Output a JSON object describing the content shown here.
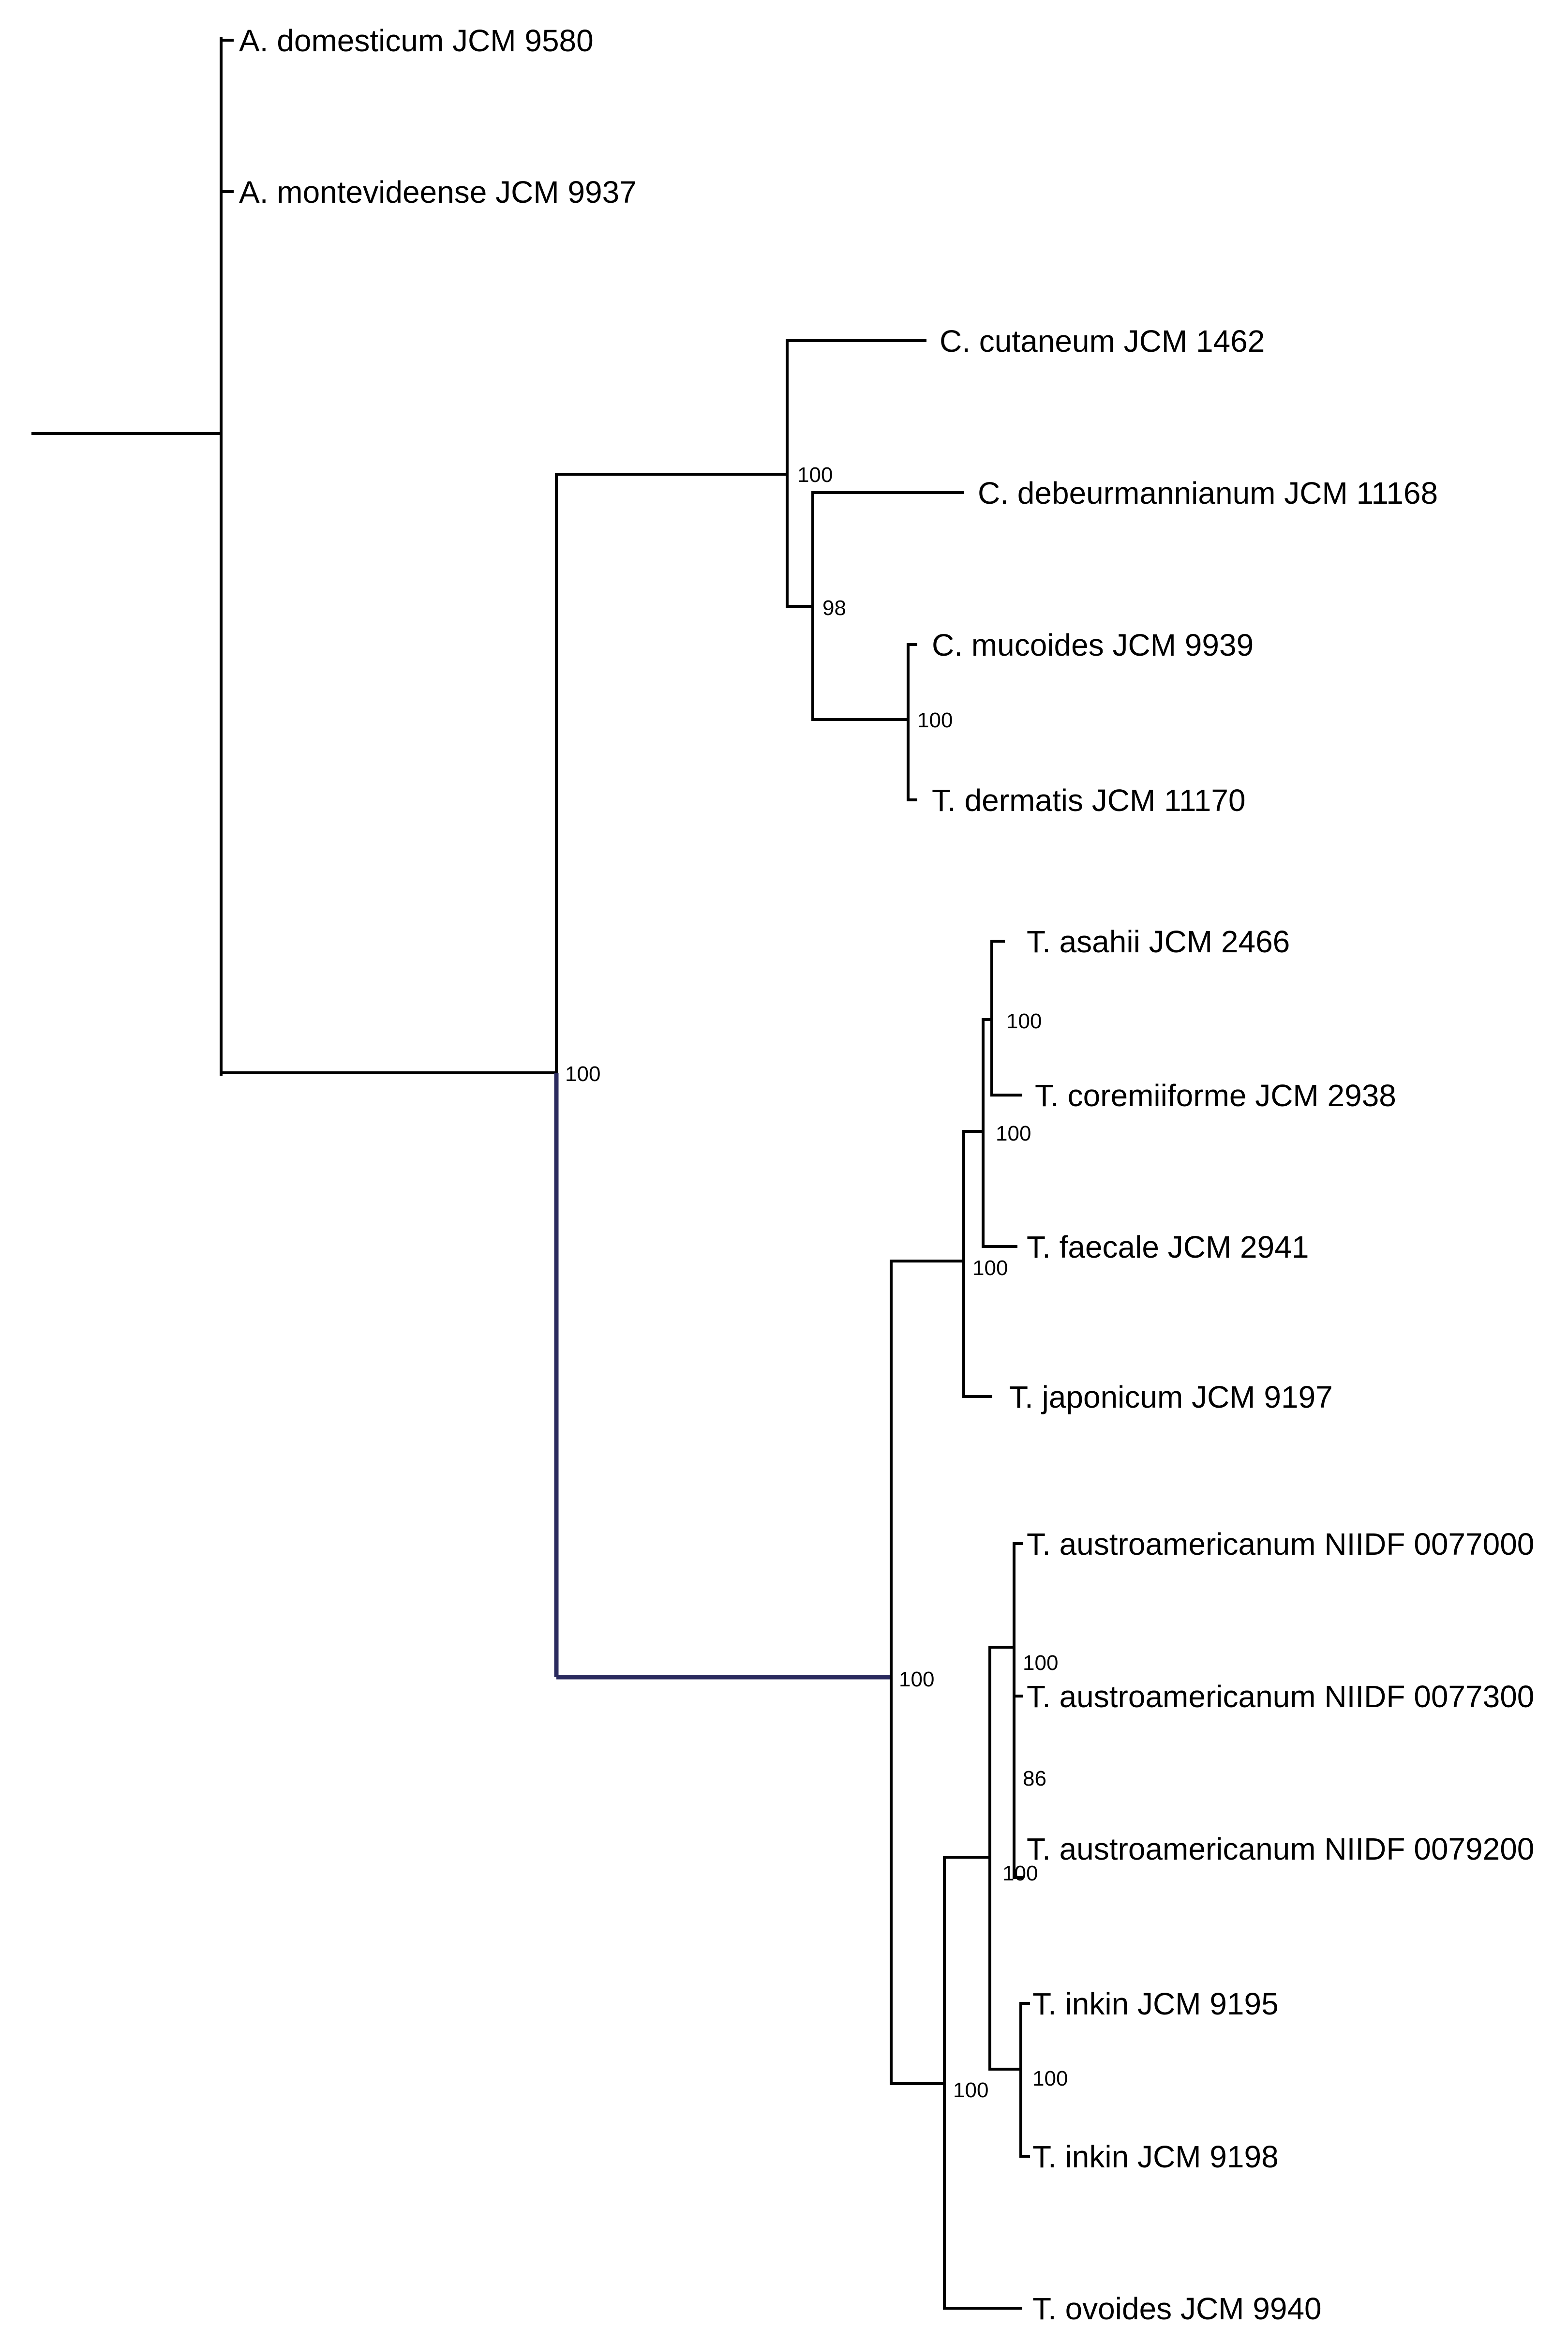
{
  "taxa": [
    "A. domesticum JCM 9580",
    "A. montevideense JCM 9937",
    "C. cutaneum JCM 1462",
    "C. debeurmannianum JCM 11168",
    "C. mucoides JCM 9939",
    "T. dermatis JCM 11170",
    "T. asahii JCM 2466",
    "T. coremiiforme JCM 2938",
    "T. faecale JCM 2941",
    "T. japonicum JCM 9197",
    "T. austroamericanum NIIDF 0077000",
    "T. austroamericanum NIIDF 0077300",
    "T. austroamericanum NIIDF 0079200",
    "T. inkin JCM 9195",
    "T. inkin JCM 9198",
    "T. ovoides JCM 9940"
  ],
  "support_values": [
    "100",
    "100",
    "98",
    "100",
    "100",
    "100",
    "100",
    "100",
    "100",
    "86",
    "100",
    "100",
    "100"
  ],
  "colors": {
    "branch": "#000000",
    "highlighted_branch": "#2a2a5e"
  }
}
